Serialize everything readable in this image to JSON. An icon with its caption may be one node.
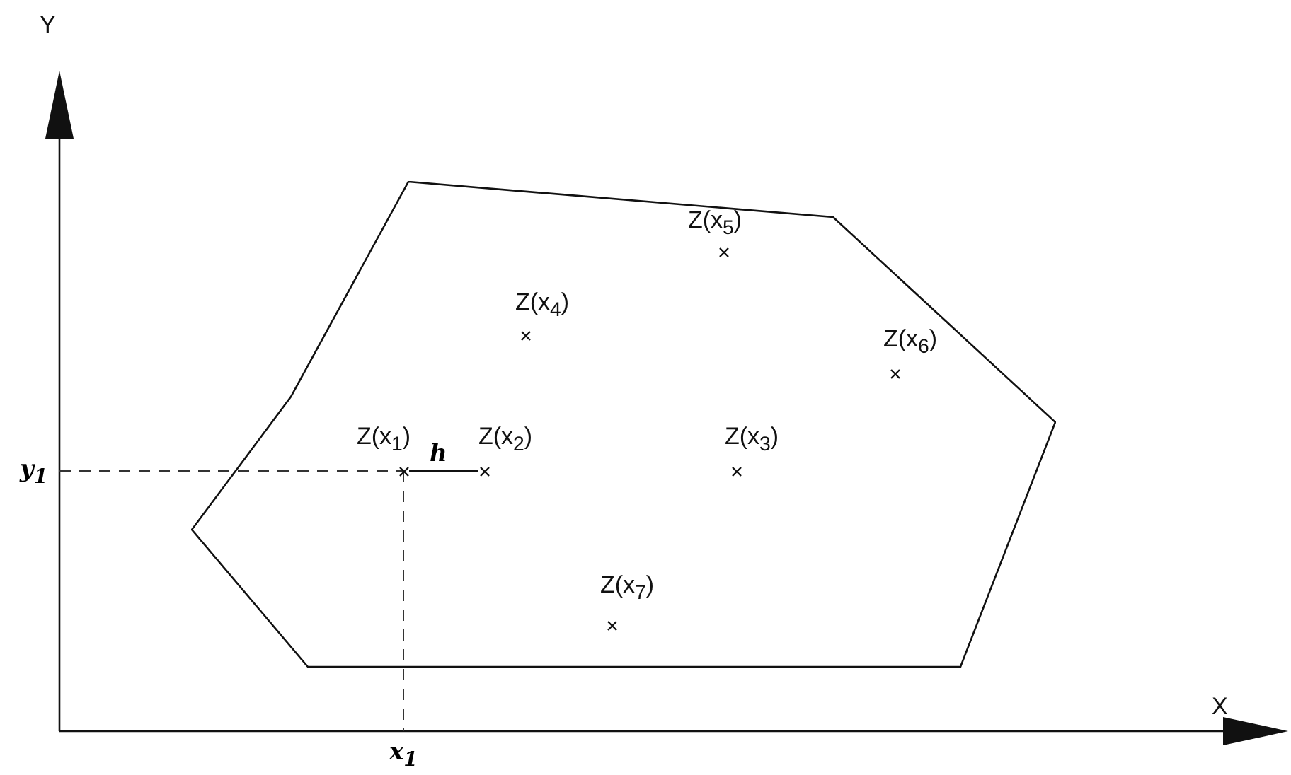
{
  "diagram": {
    "nodes": [
      {
        "text": [],
        "shape": "polygon"
      },
      {
        "text": [
          "Z(x$_{5}$)"
        ],
        "in": 0
      },
      {
        "text": [
          "Z(x$_{4}$)"
        ],
        "in": 0
      },
      {
        "text": [
          "Z(x$_{6}$)"
        ],
        "in": 0
      },
      {
        "text": [
          "Z(x$_{1}$)"
        ],
        "in": 0
      },
      {
        "text": [
          "Z(x$_{2}$)"
        ],
        "in": 0
      },
      {
        "text": [
          "Z(x$_{3}$)"
        ],
        "in": 0
      },
      {
        "text": [
          "Z(x$_{7}$)"
        ],
        "in": 0
      }
    ],
    "edges": [
      {
        "from": 4,
        "to": 5,
        "arrow": "none",
        "label": "h"
      }
    ],
    "labels": [
      "Y",
      "y$_{1}$",
      "X",
      "x$_{1}$"
    ]
  }
}
